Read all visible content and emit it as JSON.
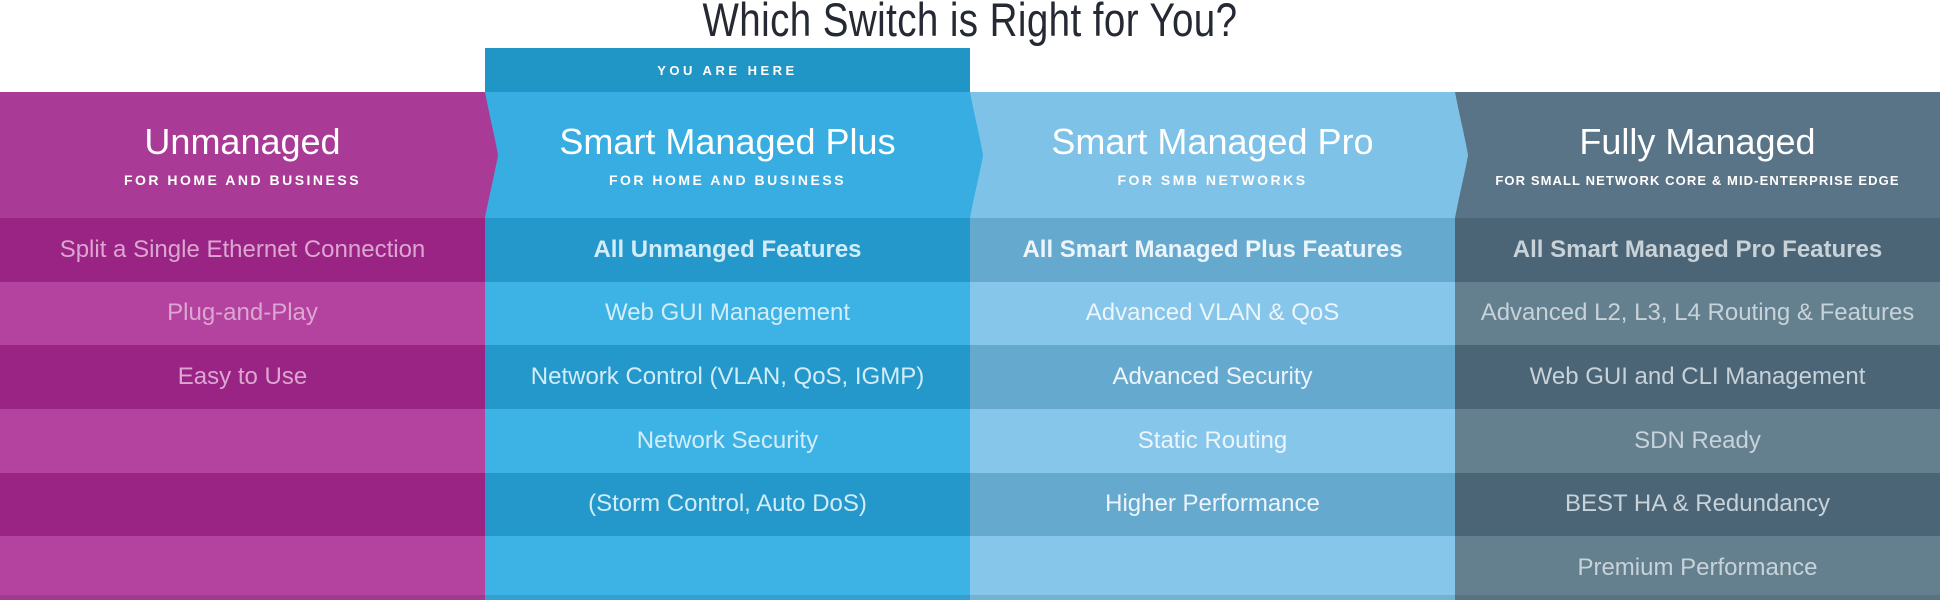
{
  "title": "Which Switch is Right for You?",
  "title_color": "#242933",
  "you_are_here_label": "YOU ARE HERE",
  "columns": [
    {
      "name": "Unmanaged",
      "subtitle": "FOR HOME AND BUSINESS",
      "first_row_bold": false,
      "has_arrow": true,
      "colors": {
        "header": "#A93B97",
        "dark": "#9A2484",
        "light": "#B4429F",
        "text": "#DCA6D2"
      },
      "features": [
        "Split a Single Ethernet Connection",
        "Plug-and-Play",
        "Easy to Use",
        "",
        "",
        ""
      ]
    },
    {
      "name": "Smart Managed Plus",
      "subtitle": "FOR HOME AND BUSINESS",
      "first_row_bold": true,
      "has_arrow": true,
      "colors": {
        "header": "#37ADE1",
        "dark": "#2498CA",
        "light": "#3DB2E5",
        "text": "#D2EDF9",
        "tab": "#1F96C6"
      },
      "features": [
        "All Unmanged Features",
        "Web GUI Management",
        "Network Control (VLAN, QoS, IGMP)",
        "Network Security",
        "(Storm Control, Auto DoS)",
        ""
      ]
    },
    {
      "name": "Smart Managed Pro",
      "subtitle": "FOR SMB NETWORKS",
      "first_row_bold": true,
      "has_arrow": true,
      "colors": {
        "header": "#7FC2E8",
        "dark": "#66A9CE",
        "light": "#85C6EA",
        "text": "#ECF5FB"
      },
      "features": [
        "All Smart Managed Plus Features",
        "Advanced VLAN & QoS",
        "Advanced Security",
        "Static Routing",
        "Higher Performance",
        ""
      ]
    },
    {
      "name": "Fully Managed",
      "subtitle": "FOR SMALL NETWORK CORE & MID-ENTERPRISE EDGE",
      "first_row_bold": true,
      "has_arrow": false,
      "colors": {
        "header": "#5A7487",
        "dark": "#4B6476",
        "light": "#64808E",
        "text": "#C7D2D9"
      },
      "features": [
        "All Smart Managed Pro Features",
        "Advanced L2, L3, L4 Routing & Features",
        "Web GUI and CLI Management",
        "SDN Ready",
        "BEST HA & Redundancy",
        "Premium Performance"
      ]
    }
  ]
}
